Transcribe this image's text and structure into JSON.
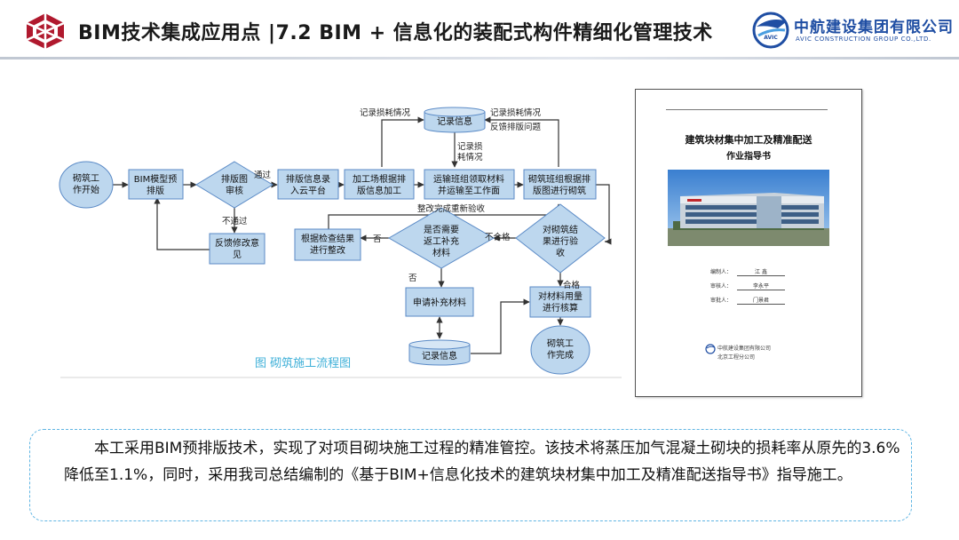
{
  "header": {
    "title": "BIM技术集成应用点",
    "subtitle": "|7.2 BIM + 信息化的装配式构件精细化管理技术",
    "company_cn": "中航建设集团有限公司",
    "company_en": "AVIC CONSTRUCTION GROUP CO.,LTD.",
    "logo_badge": "AVIC"
  },
  "flowchart": {
    "caption": "图   砌筑施工流程图",
    "nodes": {
      "start": "砌筑工|作开始",
      "bim_model": "BIM模型预|排版",
      "review": "排版图|审核",
      "info_entry": "排版信息录|入云平台",
      "processing": "加工场根据排|版信息加工",
      "transport": "运输班组领取材料|并运输至工作面",
      "masonry": "砌筑班组根据排|版图进行砌筑",
      "record_top": "记录信息",
      "feedback_modify": "反馈修改意|见",
      "acceptance": "对砌筑结|果进行验|收",
      "rework_check": "是否需要|返工补充|材料",
      "rectify": "根据检查结果|进行整改",
      "apply_material": "申请补充材料",
      "material_check": "对材料用量|进行核算",
      "record_bottom": "记录信息",
      "finish": "砌筑工|作完成"
    },
    "labels": {
      "pass": "通过",
      "not_pass": "不通过",
      "record_loss_left": "记录损耗情况",
      "record_loss_right": "记录损耗情况",
      "feedback_issue": "反馈排版问题",
      "record_loss_mid": "记录损|耗情况",
      "rework_recheck": "整改完成重新验收",
      "unqualified": "不合格",
      "no_left": "否",
      "no_down": "否",
      "qualified": "合格"
    }
  },
  "document": {
    "title": "建筑块材集中加工及精准配送",
    "subtitle": "作业指导书",
    "sign_rows": [
      {
        "key": "编制人：",
        "value": "江  鑫"
      },
      {
        "key": "审核人：",
        "value": "李永平"
      },
      {
        "key": "审批人：",
        "value": "门景君"
      }
    ],
    "stamp_line1": "中航建设集团有限公司",
    "stamp_line2": "北京工程分公司"
  },
  "body_text": "本工采用BIM预排版技术，实现了对项目砌块施工过程的精准管控。该技术将蒸压加气混凝土砌块的损耗率从原先的3.6%降低至1.1%，同时，采用我司总结编制的《基于BIM+信息化技术的建筑块材集中加工及精准配送指导书》指导施工。",
  "colors": {
    "accent_red": "#b0192e",
    "brand_blue": "#1f4ea3",
    "node_fill": "#bdd7ee",
    "node_border": "#5a8ac6",
    "arrow": "#333333",
    "caption": "#3fb0d8",
    "dashed_border": "#5fb5e3"
  }
}
